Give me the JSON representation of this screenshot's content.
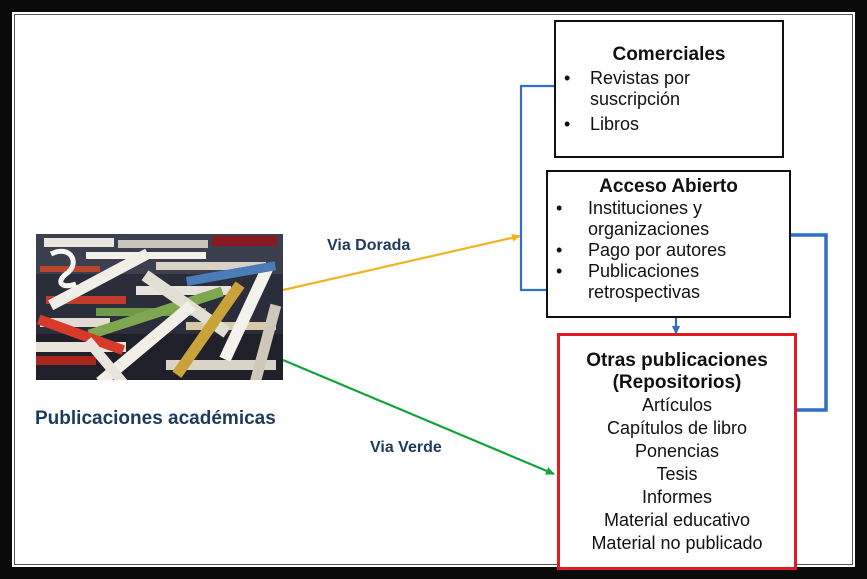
{
  "diagram": {
    "source": {
      "label": "Publicaciones académicas",
      "image": "books-stack-image"
    },
    "routes": {
      "gold": {
        "label": "Via Dorada",
        "color": "#f0b323"
      },
      "green": {
        "label": "Via Verde",
        "color": "#12a33a"
      }
    },
    "boxes": {
      "commercial": {
        "title": "Comerciales",
        "items": [
          "Revistas por suscripción",
          "Libros"
        ],
        "border_color": "#111111"
      },
      "open_access": {
        "title": "Acceso Abierto",
        "items": [
          "Instituciones y organizaciones",
          "Pago por autores",
          "Publicaciones retrospectivas"
        ],
        "border_color": "#111111"
      },
      "repositories": {
        "title": "Otras publicaciones (Repositorios)",
        "items": [
          "Artículos",
          "Capítulos de libro",
          "Ponencias",
          "Tesis",
          "Informes",
          "Material educativo",
          "Material no publicado"
        ],
        "border_color": "#e01b24"
      }
    },
    "link_color": "#2f6fc4",
    "bullet_glyph": "•"
  }
}
